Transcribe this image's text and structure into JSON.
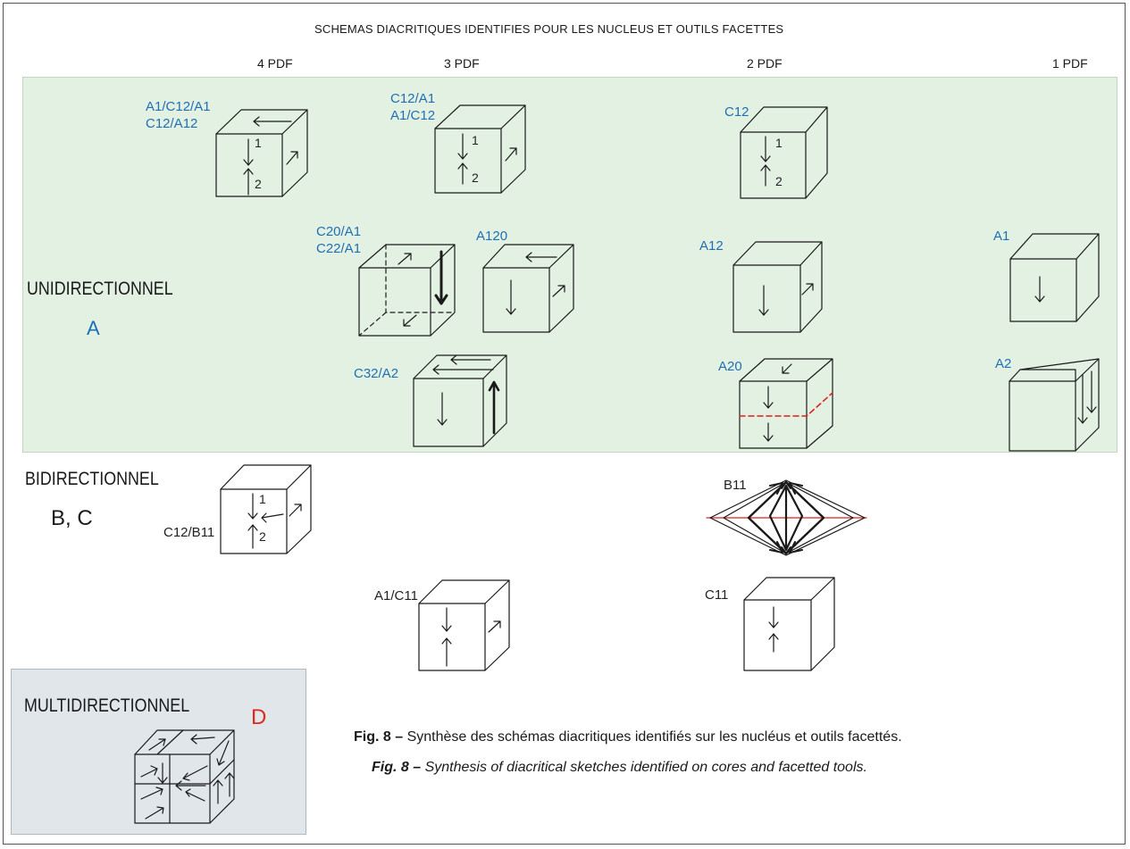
{
  "title": "SCHEMAS DIACRITIQUES IDENTIFIES POUR LES NUCLEUS ET OUTILS FACETTES",
  "columns": [
    "4 PDF",
    "3 PDF",
    "2 PDF",
    "1 PDF"
  ],
  "groups": {
    "uni": {
      "label": "UNIDIRECTIONNEL",
      "letter": "A"
    },
    "bi": {
      "label": "BIDIRECTIONNEL",
      "letter": "B, C"
    },
    "multi": {
      "label": "MULTIDIRECTIONNEL",
      "letter": "D"
    }
  },
  "schemes": {
    "a1c12a1": {
      "line1": "A1/C12/A1",
      "line2": "C12/A12"
    },
    "c12a1": {
      "line1": "C12/A1",
      "line2": "A1/C12"
    },
    "c12": "C12",
    "c20a1": {
      "line1": "C20/A1",
      "line2": "C22/A1"
    },
    "a120": "A120",
    "a12": "A12",
    "a1": "A1",
    "c32a2": "C32/A2",
    "a20": "A20",
    "a2": "A2",
    "c12b11": "C12/B11",
    "b11": "B11",
    "a1c11": "A1/C11",
    "c11": "C11"
  },
  "order_marks": {
    "first": "1",
    "second": "2"
  },
  "caption": {
    "fr_prefix": "Fig. 8 –",
    "fr_text": " Synthèse des schémas diacritiques identifiés sur les nucléus et outils facettés.",
    "en_prefix": "Fig. 8 –",
    "en_text": " Synthesis of diacritical sketches identified on cores and facetted tools."
  }
}
